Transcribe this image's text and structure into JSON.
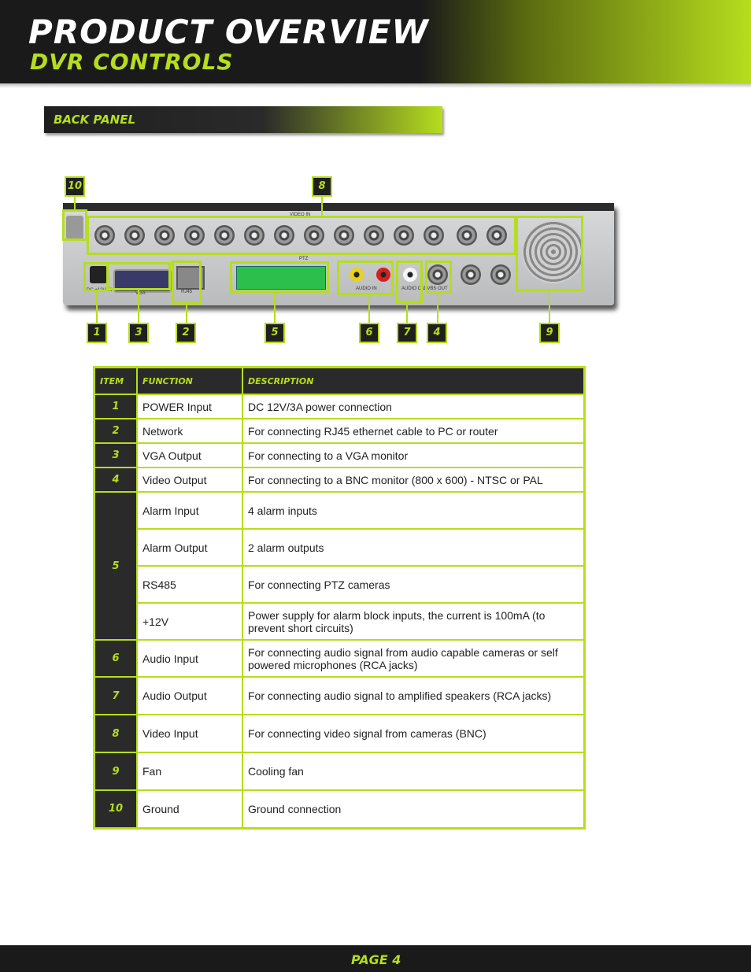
{
  "header": {
    "title": "PRODUCT OVERVIEW",
    "subtitle": "DVR CONTROLS"
  },
  "section": {
    "title": "BACK PANEL"
  },
  "callouts": [
    "10",
    "8",
    "1",
    "3",
    "2",
    "5",
    "6",
    "7",
    "4",
    "9"
  ],
  "panel_labels": {
    "dc": "DC +12V IN",
    "vga": "VGA",
    "rj45": "RJ45",
    "audio_in": "AUDIO IN",
    "audio_out": "AUDIO OUT",
    "cvbs": "CVBS OUT",
    "video_in": "VIDEO IN",
    "ptz": "PTZ"
  },
  "table": {
    "headers": [
      "ITEM",
      "FUNCTION",
      "DESCRIPTION"
    ],
    "rows": [
      {
        "item": "1",
        "function": "POWER Input",
        "description": "DC 12V/3A power connection"
      },
      {
        "item": "2",
        "function": "Network",
        "description": "For connecting RJ45 ethernet cable to PC or router"
      },
      {
        "item": "3",
        "function": "VGA Output",
        "description": "For connecting to a VGA monitor"
      },
      {
        "item": "4",
        "function": "Video Output",
        "description": "For connecting to a BNC monitor (800 x 600) - NTSC or PAL"
      },
      {
        "item": "5",
        "function": "Alarm Input",
        "description": "4 alarm inputs"
      },
      {
        "item": "",
        "function": "Alarm Output",
        "description": "2 alarm outputs"
      },
      {
        "item": "",
        "function": "RS485",
        "description": "For connecting PTZ cameras"
      },
      {
        "item": "",
        "function": "+12V",
        "description": "Power supply for alarm block inputs, the current is 100mA (to prevent short circuits)"
      },
      {
        "item": "6",
        "function": "Audio Input",
        "description": "For connecting audio signal from audio capable cameras or self powered microphones (RCA jacks)"
      },
      {
        "item": "7",
        "function": "Audio Output",
        "description": "For connecting audio signal to amplified speakers (RCA jacks)"
      },
      {
        "item": "8",
        "function": "Video Input",
        "description": "For connecting video signal from cameras (BNC)"
      },
      {
        "item": "9",
        "function": "Fan",
        "description": "Cooling fan"
      },
      {
        "item": "10",
        "function": "Ground",
        "description": "Ground connection"
      }
    ]
  },
  "footer": {
    "page": "PAGE 4"
  },
  "colors": {
    "accent": "#b6dd1e",
    "dark": "#1f1f1f"
  }
}
